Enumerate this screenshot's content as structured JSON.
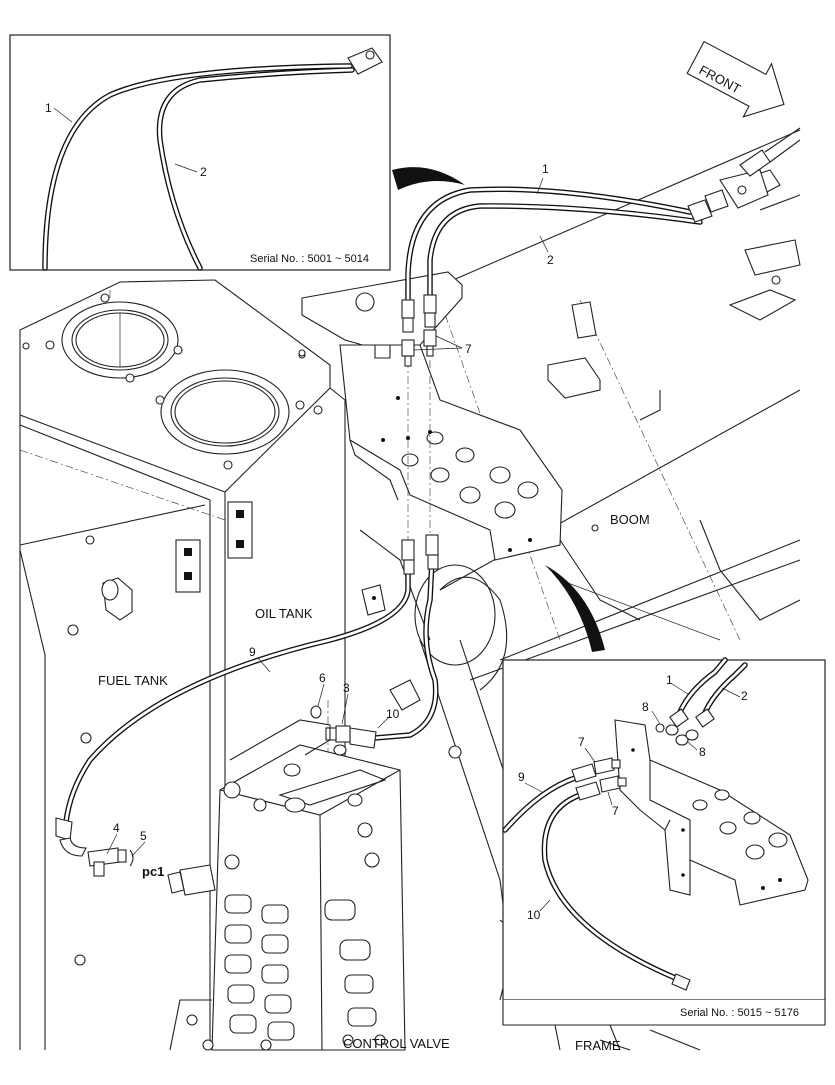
{
  "labels": {
    "front": "FRONT",
    "boom": "BOOM",
    "oil_tank": "OIL TANK",
    "fuel_tank": "FUEL TANK",
    "control_valve": "CONTROL VALVE",
    "frame": "FRAME",
    "pc1": "pc1"
  },
  "inset_top": {
    "serial": "Serial No. : 5001 ~ 5014",
    "callouts": [
      "1",
      "2"
    ]
  },
  "inset_bottom": {
    "serial": "Serial No. : 5015 ~ 5176",
    "callouts": [
      "1",
      "2",
      "8",
      "8",
      "7",
      "7",
      "9",
      "10"
    ]
  },
  "main_callouts": [
    "1",
    "2",
    "7",
    "9",
    "10",
    "6",
    "3",
    "4",
    "5"
  ]
}
